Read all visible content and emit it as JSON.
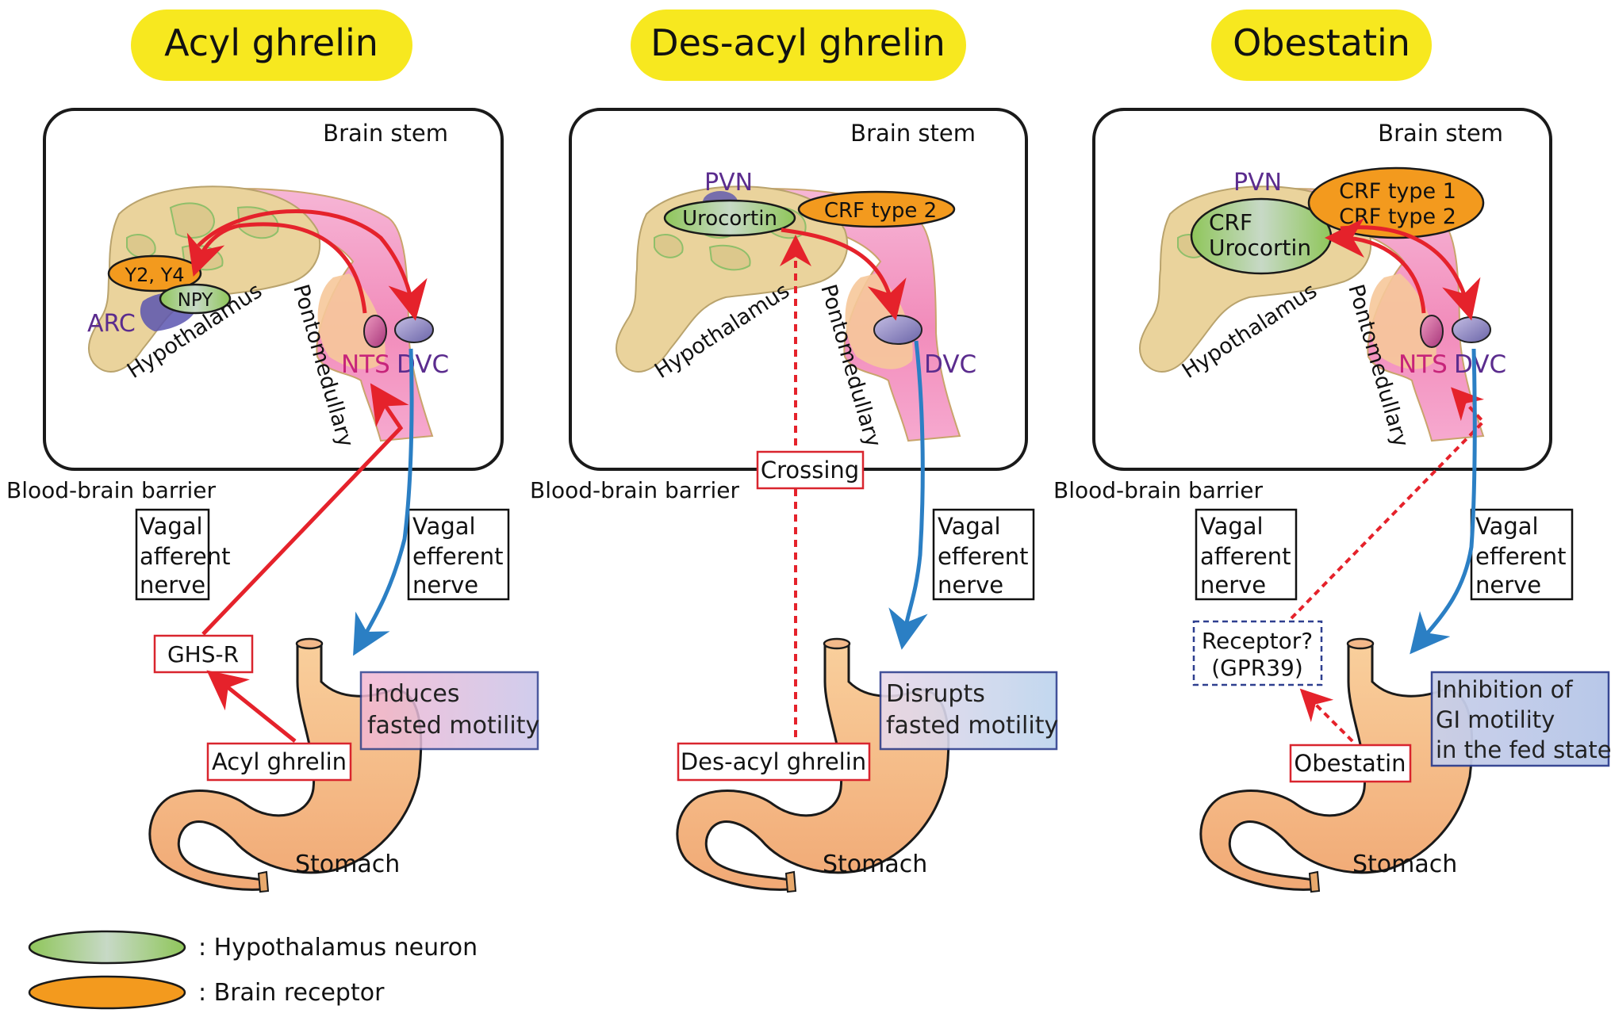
{
  "panels": [
    {
      "id": "acyl",
      "title": "Acyl ghrelin",
      "brain_stem": "Brain stem",
      "hypothalamus": "Hypothalamus",
      "pontomedullary": "Pontomedullary",
      "nts": "NTS",
      "dvc": "DVC",
      "arc": "ARC",
      "receptor": "Y2, Y4",
      "neuron": "NPY",
      "bbb": "Blood-brain barrier",
      "afferent": [
        "Vagal",
        "afferent",
        "nerve"
      ],
      "efferent": [
        "Vagal",
        "efferent",
        "nerve"
      ],
      "gut_receptor": "GHS-R",
      "hormone": "Acyl ghrelin",
      "effect": [
        "Induces",
        "fasted motility"
      ],
      "stomach": "Stomach"
    },
    {
      "id": "desacyl",
      "title": "Des-acyl ghrelin",
      "brain_stem": "Brain stem",
      "pvn": "PVN",
      "neuron": "Urocortin",
      "receptor": "CRF type 2",
      "hypothalamus": "Hypothalamus",
      "pontomedullary": "Pontomedullary",
      "dvc": "DVC",
      "bbb": "Blood-brain barrier",
      "crossing": "Crossing",
      "efferent": [
        "Vagal",
        "efferent",
        "nerve"
      ],
      "hormone": "Des-acyl ghrelin",
      "effect": [
        "Disrupts",
        "fasted motility"
      ],
      "stomach": "Stomach"
    },
    {
      "id": "obestatin",
      "title": "Obestatin",
      "brain_stem": "Brain stem",
      "pvn": "PVN",
      "neuron": [
        "CRF",
        "Urocortin"
      ],
      "receptor": [
        "CRF type 1",
        "CRF type 2"
      ],
      "hypothalamus": "Hypothalamus",
      "pontomedullary": "Pontomedullary",
      "nts": "NTS",
      "dvc": "DVC",
      "bbb": "Blood-brain barrier",
      "afferent": [
        "Vagal",
        "afferent",
        "nerve"
      ],
      "efferent": [
        "Vagal",
        "efferent",
        "nerve"
      ],
      "gut_receptor": [
        "Receptor?",
        "(GPR39)"
      ],
      "hormone": "Obestatin",
      "effect": [
        "Inhibition of",
        "GI motility",
        "in the fed state"
      ],
      "stomach": "Stomach"
    }
  ],
  "legend": {
    "neuron": ": Hypothalamus neuron",
    "receptor": ": Brain receptor"
  },
  "colors": {
    "title_bg": "#f7e81f",
    "receptor_orange": "#f39a1e",
    "neuron_green": "#9ccc6b",
    "arrow_red": "#e5222b",
    "arrow_blue": "#2b7fc4",
    "label_purple": "#5b2c8e",
    "label_magenta": "#c7247a",
    "box_red": "#d9252e",
    "box_blue": "#2e3f8f",
    "stomach": "#f7c089"
  }
}
